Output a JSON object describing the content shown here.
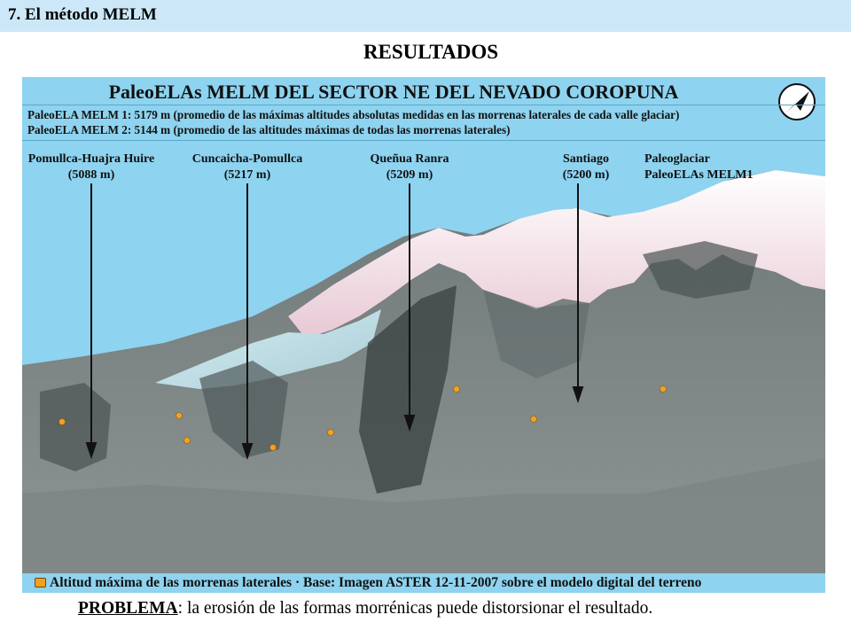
{
  "header": {
    "title": "7. El método MELM"
  },
  "slide_title": "RESULTADOS",
  "figure": {
    "title": "PaleoELAs MELM DEL SECTOR NE DEL NEVADO COROPUNA",
    "info": [
      "PaleoELA MELM 1: 5179 m (promedio de las máximas altitudes absolutas medidas en las morrenas laterales de cada valle glaciar)",
      "PaleoELA MELM 2: 5144 m (promedio de las altitudes máximas de todas las morrenas laterales)"
    ],
    "valleys": [
      {
        "name": "Pomullca-Huajra Huire",
        "altitude": "(5088 m)"
      },
      {
        "name": "Cuncaicha-Pomullca",
        "altitude": "(5217 m)"
      },
      {
        "name": "Queñua Ranra",
        "altitude": "(5209 m)"
      },
      {
        "name": "Santiago",
        "altitude": "(5200 m)"
      }
    ],
    "legend_lines": [
      "Paleoglaciar",
      "PaleoELAs MELM1"
    ],
    "caption": "Altitud máxima de las morrenas laterales · Base: Imagen ASTER 12-11-2007 sobre el modelo digital del terreno",
    "compass_icon": "north-arrow-icon",
    "colors": {
      "sky": "#8ed3ef",
      "moraine_marker": "#f3a21c",
      "snow": "#f2e4ea",
      "terrain": "#6f7878"
    }
  },
  "footer": {
    "label": "PROBLEMA",
    "text": ": la erosión de las formas morrénicas puede distorsionar el resultado."
  }
}
